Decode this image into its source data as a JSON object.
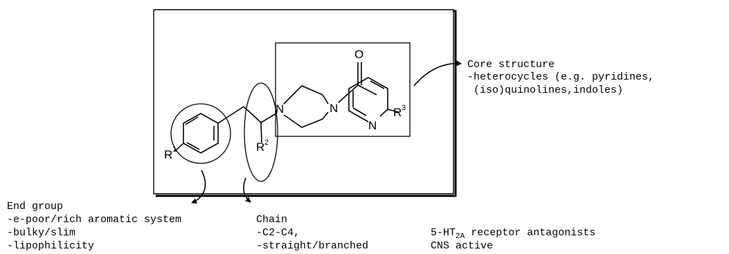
{
  "core": {
    "heading": "Core structure",
    "lines": [
      "-heterocycles (e.g. pyridines,",
      " (iso)quinolines,indoles)"
    ]
  },
  "end_group": {
    "heading": "End group",
    "lines": [
      "-e-poor/rich aromatic system",
      "-bulky/slim",
      "-lipophilicity"
    ]
  },
  "chain": {
    "heading": "Chain",
    "lines": [
      "-C2-C4,",
      "-straight/branched"
    ]
  },
  "activity": {
    "line1_prefix": "5-HT",
    "line1_sub": "2A",
    "line1_suffix": " receptor antagonists",
    "line2": "CNS active"
  },
  "atoms": {
    "o": "O",
    "n_amide": "N",
    "n_amine": "N",
    "n_pyridine": "N",
    "r1": "R",
    "r1_sup": "1",
    "r2": "R",
    "r2_sup": "2",
    "r3": "R",
    "r3_sup": "3"
  }
}
